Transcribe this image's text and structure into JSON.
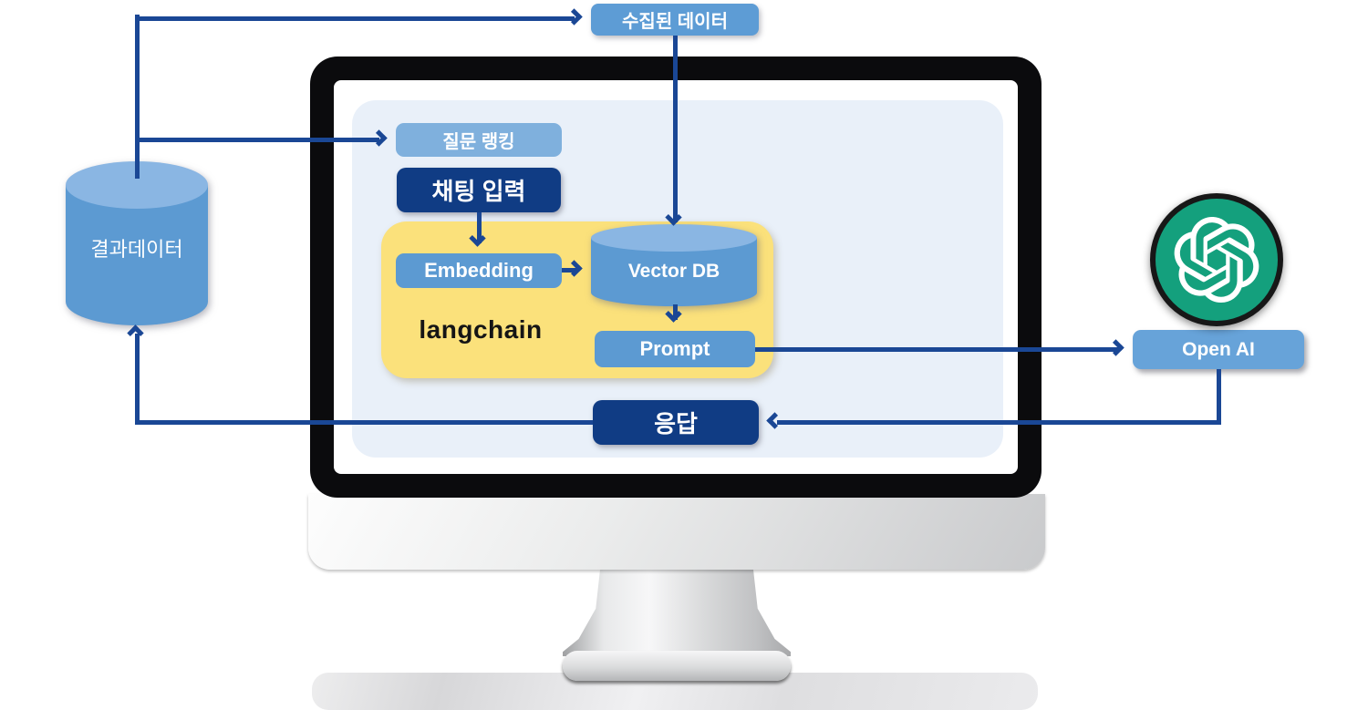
{
  "diagram": {
    "title": "langchain chatbot data-flow architecture",
    "nodes": {
      "collected_data": {
        "label": "수집된 데이터"
      },
      "result_data": {
        "label": "결과데이터"
      },
      "question_ranking": {
        "label": "질문 랭킹"
      },
      "chat_input": {
        "label": "채팅 입력"
      },
      "langchain": {
        "label": "langchain"
      },
      "embedding": {
        "label": "Embedding"
      },
      "vector_db": {
        "label": "Vector DB"
      },
      "prompt": {
        "label": "Prompt"
      },
      "response": {
        "label": "응답"
      },
      "open_ai": {
        "label": "Open AI"
      }
    },
    "icons": {
      "openai_logo": "openai-logo-icon"
    },
    "edges": [
      {
        "from": "result_data",
        "to": "collected_data"
      },
      {
        "from": "result_data",
        "to": "question_ranking"
      },
      {
        "from": "collected_data",
        "to": "vector_db"
      },
      {
        "from": "chat_input",
        "to": "embedding"
      },
      {
        "from": "embedding",
        "to": "vector_db"
      },
      {
        "from": "vector_db",
        "to": "prompt"
      },
      {
        "from": "prompt",
        "to": "open_ai"
      },
      {
        "from": "open_ai",
        "to": "response"
      },
      {
        "from": "response",
        "to": "result_data"
      }
    ],
    "colors": {
      "arrow_blue": "#1a4795",
      "node_blue": "#5d9cd5",
      "node_light_blue": "#7fb0dd",
      "node_navy": "#103c84",
      "cylinder_blue": "#5c9ad2",
      "cylinder_top_blue": "#8ab6e3",
      "langchain_yellow": "#fbe17b",
      "screen_panel_blue": "#e9f0f9",
      "openai_green": "#14a07d",
      "monitor_black": "#0b0b0d"
    }
  }
}
